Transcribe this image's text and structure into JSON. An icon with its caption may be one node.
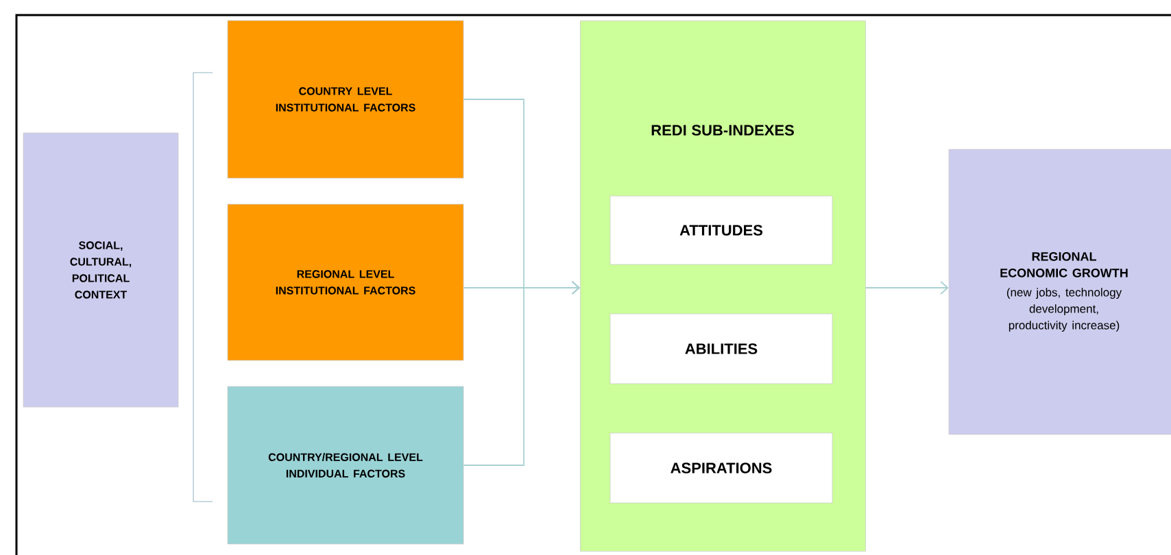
{
  "diagram": {
    "nodes": [
      {
        "text": [
          "SOCIAL, CULTURAL, POLITICAL CONTEXT"
        ]
      },
      {
        "text": [
          "COUNTRY LEVEL INSTITUTIONAL FACTORS"
        ]
      },
      {
        "text": [
          "REGIONAL LEVEL INSTITUTIONAL FACTORS"
        ]
      },
      {
        "text": [
          "COUNTRY/REGIONAL LEVEL INDIVIDUAL FACTORS"
        ]
      },
      {
        "text": [
          "REDI SUB-INDEXES"
        ]
      },
      {
        "text": [
          "ATTITUDES"
        ],
        "in": 4
      },
      {
        "text": [
          "ABILITIES"
        ],
        "in": 4
      },
      {
        "text": [
          "ASPIRATIONS"
        ],
        "in": 4
      },
      {
        "text": [
          "REGIONAL ECONOMIC GROWTH",
          "(new jobs, technology development, productivity increase)"
        ]
      }
    ],
    "edges": [
      {
        "from": 1,
        "to": 4,
        "arrow": "to"
      },
      {
        "from": 2,
        "to": 4,
        "arrow": "to"
      },
      {
        "from": 3,
        "to": 4,
        "arrow": "to"
      },
      {
        "from": 4,
        "to": 8,
        "arrow": "to"
      }
    ]
  }
}
